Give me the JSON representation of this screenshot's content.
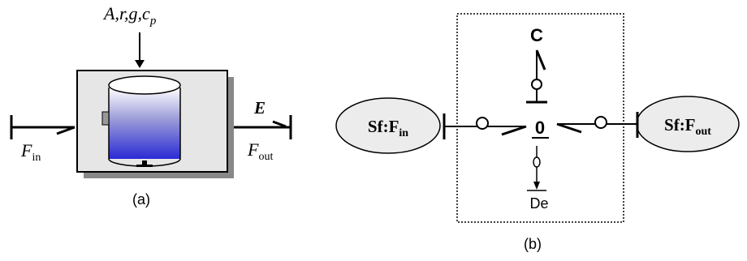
{
  "panel_a": {
    "params": "A,r,g,c",
    "params_sub": "p",
    "effort_symbol": "E",
    "flow_in": "F",
    "flow_in_sub": "in",
    "flow_out": "F",
    "flow_out_sub": "out",
    "caption": "(a)"
  },
  "panel_b": {
    "source_left": "Sf:F",
    "source_left_sub": "in",
    "source_right": "Sf:F",
    "source_right_sub": "out",
    "junction": "0",
    "capacitor": "C",
    "detector": "De",
    "caption": "(b)"
  },
  "colors": {
    "tank_top": "#ffffff",
    "tank_bottom": "#2a2ad6",
    "box_fill": "#e6e6e6",
    "shadow": "#888888"
  }
}
